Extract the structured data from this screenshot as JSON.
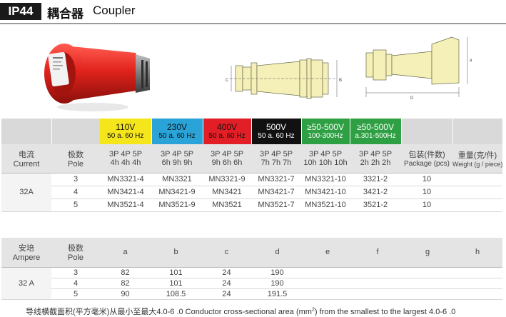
{
  "header": {
    "badge": "IP44",
    "title_cn": "耦合器",
    "title_en": "Coupler"
  },
  "diagram_labels": {
    "dim_c": "C",
    "dim_b": "B",
    "dim_d": "D",
    "dim_a": "a"
  },
  "colors": {
    "yellow": "#f5e51b",
    "blue": "#2aa3d8",
    "red": "#e21e26",
    "black": "#111111",
    "green": "#2ea043",
    "header_grey": "#e4e4e4"
  },
  "voltage_headers": [
    {
      "volt": "110V",
      "freq": "50 a. 60 Hz",
      "color": "yellow"
    },
    {
      "volt": "230V",
      "freq": "50 a. 60 Hz",
      "color": "blue"
    },
    {
      "volt": "400V",
      "freq": "50 a. 60 Hz",
      "color": "red"
    },
    {
      "volt": "500V",
      "freq": "50 a. 60 Hz",
      "color": "black"
    },
    {
      "volt": "≥50-500V",
      "freq": "100-300Hz",
      "color": "green"
    },
    {
      "volt": "≥50-500V",
      "freq": "a.301-500Hz",
      "color": "green"
    }
  ],
  "table1": {
    "header": {
      "current_cn": "电流",
      "current_en": "Current",
      "pole_cn": "极数",
      "pole_en": "Pole",
      "pins": [
        {
          "top": "3P  4P  5P",
          "bottom": "4h  4h  4h"
        },
        {
          "top": "3P  4P  5P",
          "bottom": "6h  9h  9h"
        },
        {
          "top": "3P  4P  5P",
          "bottom": "9h  6h  6h"
        },
        {
          "top": "3P  4P  5P",
          "bottom": "7h  7h  7h"
        },
        {
          "top": "3P  4P  5P",
          "bottom": "10h 10h 10h"
        },
        {
          "top": "3P  4P  5P",
          "bottom": "2h  2h  2h"
        }
      ],
      "package_cn": "包装(件数)",
      "package_en": "Package (pcs)",
      "weight_cn": "重量(克/件)",
      "weight_en": "Weight (g / piece)"
    },
    "current": "32A",
    "rows": [
      {
        "pole": "3",
        "models": [
          "MN3321-4",
          "MN3321",
          "MN3321-9",
          "MN3321-7",
          "MN3321-10",
          "3321-2"
        ],
        "package": "10",
        "weight": ""
      },
      {
        "pole": "4",
        "models": [
          "MN3421-4",
          "MN3421-9",
          "MN3421",
          "MN3421-7",
          "MN3421-10",
          "3421-2"
        ],
        "package": "10",
        "weight": ""
      },
      {
        "pole": "5",
        "models": [
          "MN3521-4",
          "MN3521-9",
          "MN3521",
          "MN3521-7",
          "MN3521-10",
          "3521-2"
        ],
        "package": "10",
        "weight": ""
      }
    ]
  },
  "table2": {
    "header": {
      "ampere_cn": "安培",
      "ampere_en": "Ampere",
      "pole_cn": "极数",
      "pole_en": "Pole",
      "dims": [
        "a",
        "b",
        "c",
        "d",
        "e",
        "f",
        "g",
        "h"
      ]
    },
    "current": "32 A",
    "rows": [
      {
        "pole": "3",
        "dims": [
          "82",
          "101",
          "24",
          "190",
          "",
          "",
          "",
          ""
        ]
      },
      {
        "pole": "4",
        "dims": [
          "82",
          "101",
          "24",
          "190",
          "",
          "",
          "",
          ""
        ]
      },
      {
        "pole": "5",
        "dims": [
          "90",
          "108.5",
          "24",
          "191.5",
          "",
          "",
          "",
          ""
        ]
      }
    ]
  },
  "footnote": {
    "pre": "导线横截面积(平方毫米)从最小至最大4.0-6 .0   Conductor cross-sectional area (mm",
    "sup": "2",
    "post": ") from the smallest to the largest 4.0-6 .0"
  }
}
